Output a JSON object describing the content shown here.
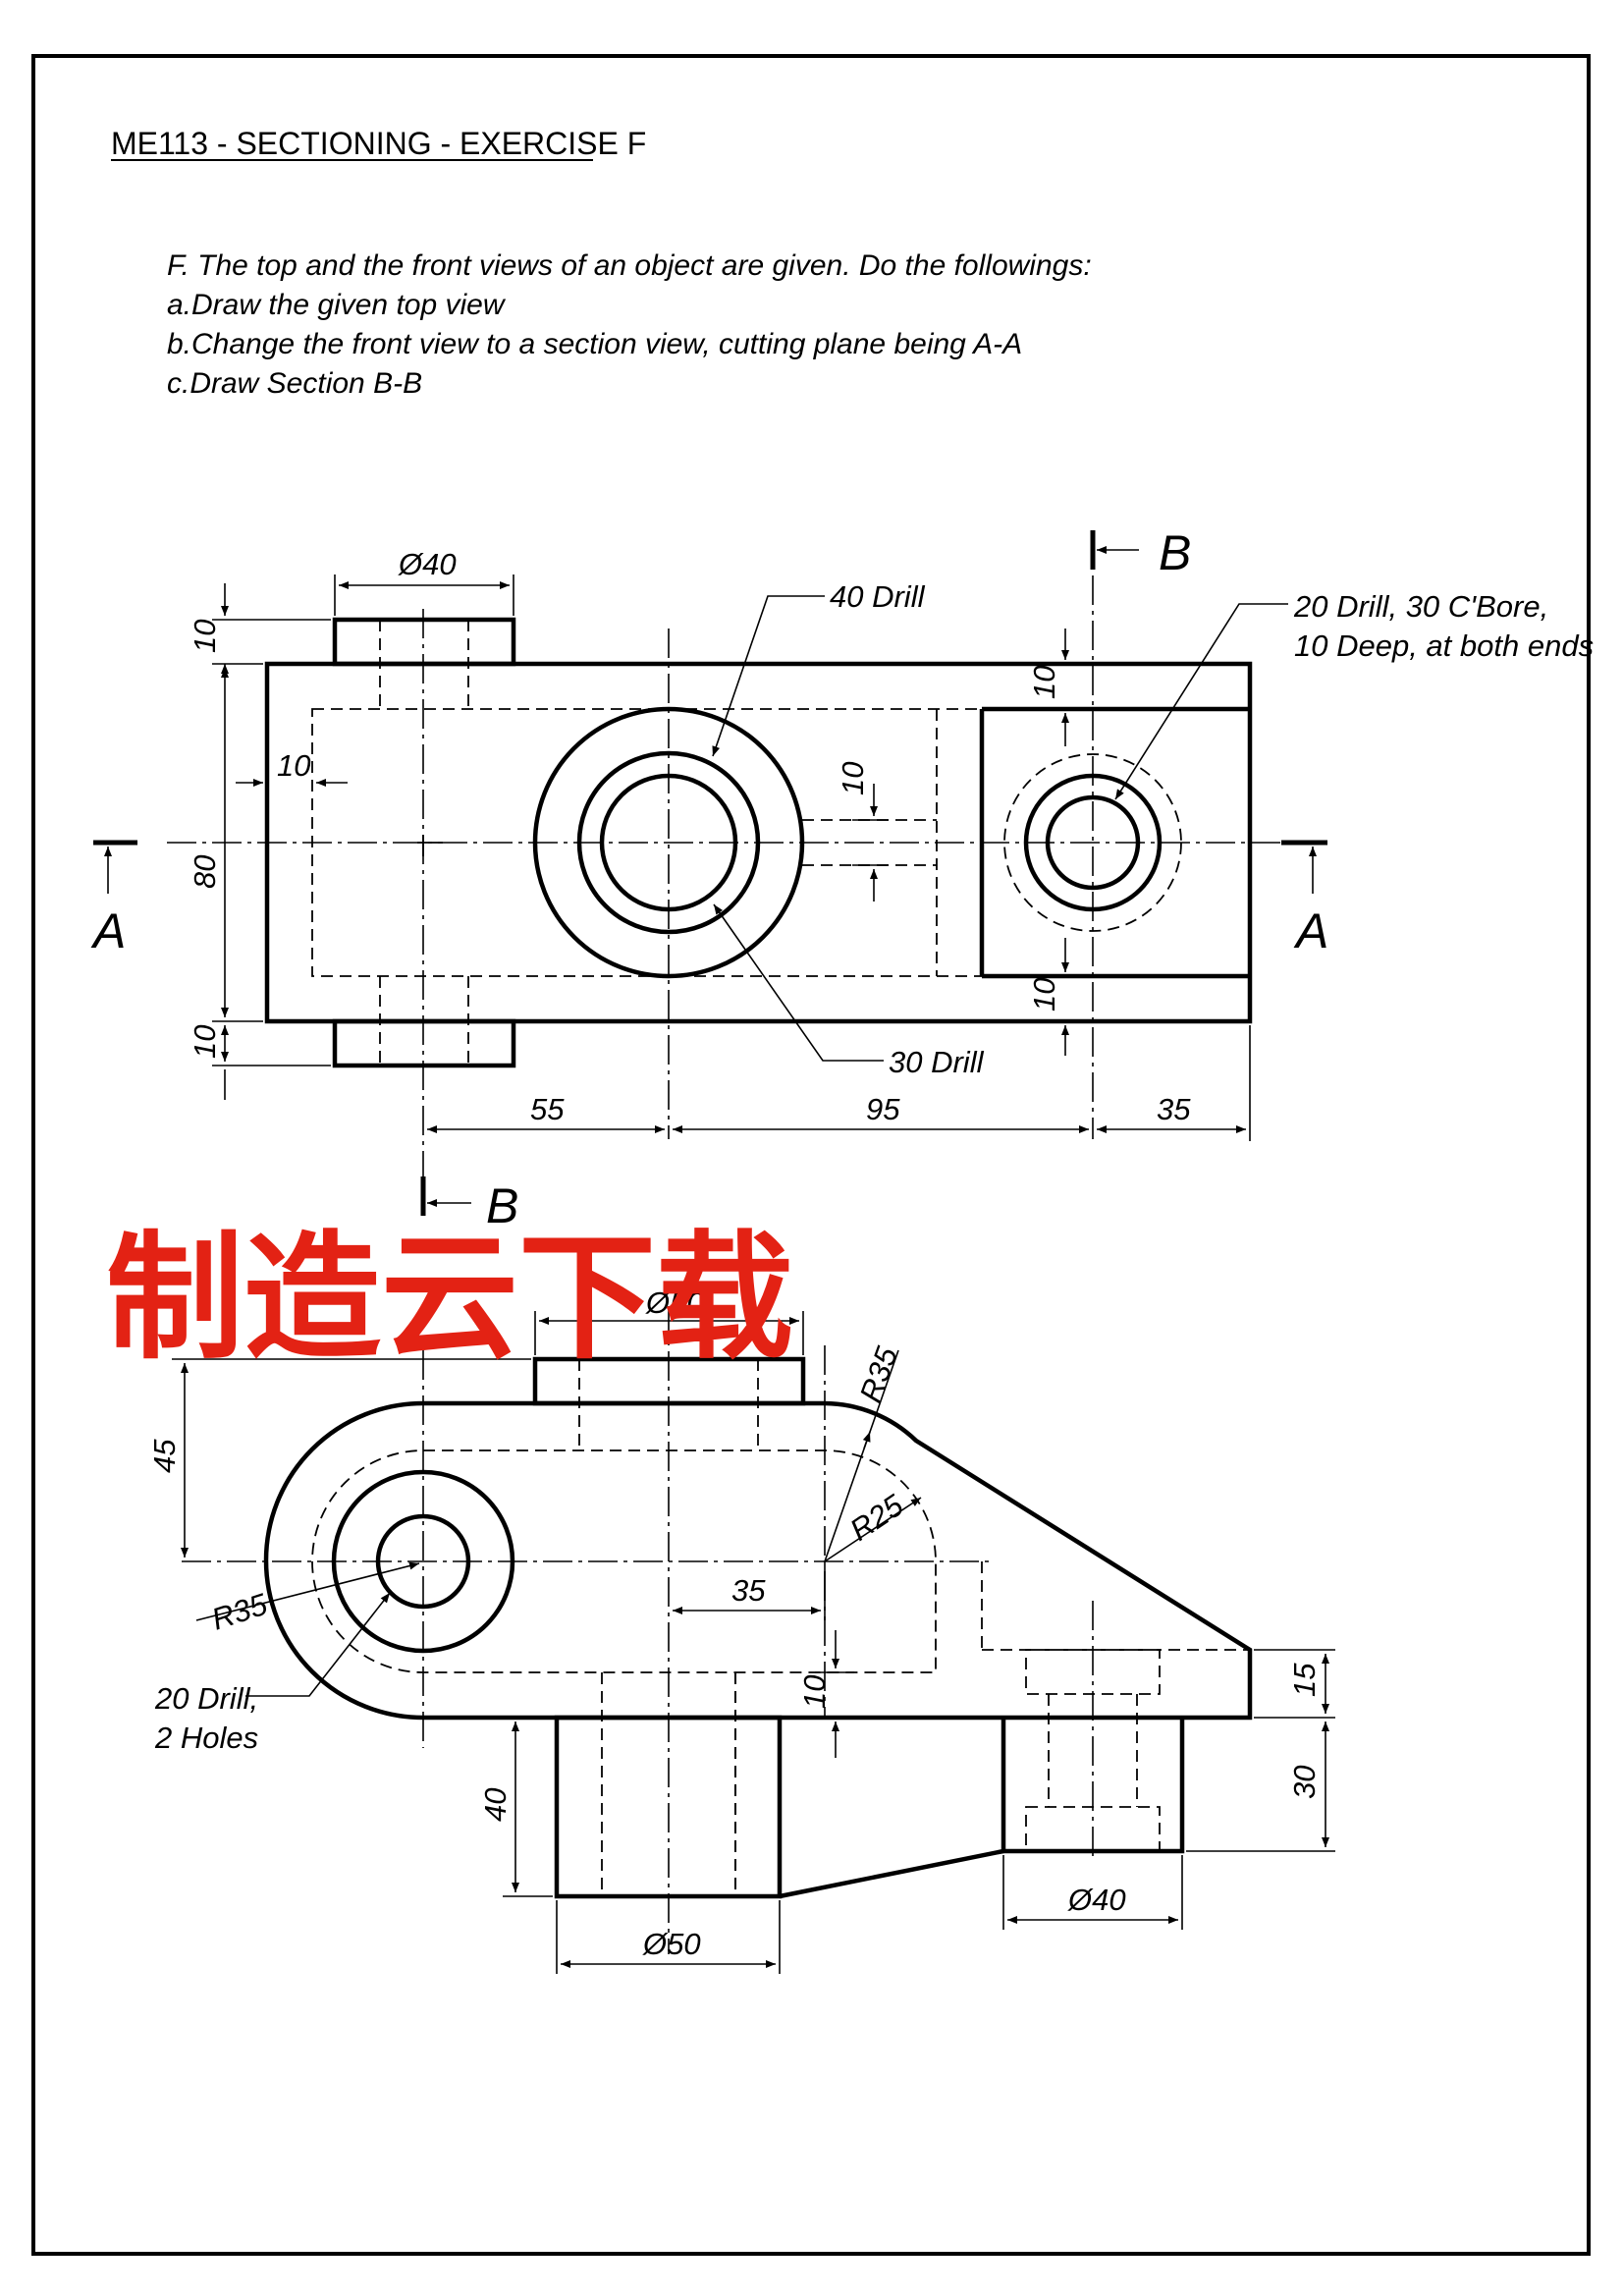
{
  "title": "ME113 - SECTIONING - EXERCISE F",
  "instructions": [
    "F. The top and the front views of an object are given. Do the followings:",
    "a.Draw the given top view",
    "b.Change the front view to a section view, cutting plane being A-A",
    "c.Draw Section B-B"
  ],
  "top_view": {
    "dims": {
      "boss_dia": "Ø40",
      "boss_height_top": "10",
      "boss_height_bottom": "10",
      "wall_left": "10",
      "width": "80",
      "slot_top": "10",
      "slot_bottom": "10",
      "rib": "10",
      "h1": "55",
      "h2": "95",
      "h3": "35"
    },
    "callouts": {
      "drill40": "40 Drill",
      "drill30": "30 Drill",
      "cbore_line1": "20 Drill, 30 C'Bore,",
      "cbore_line2": "10 Deep, at both ends"
    },
    "section_a": "A",
    "section_b": "B"
  },
  "front_view": {
    "dims": {
      "top_dia": "Ø50",
      "r35_top": "R35",
      "r25": "R25",
      "r35_left": "R35",
      "h45": "45",
      "d35": "35",
      "t10": "10",
      "h40": "40",
      "h15": "15",
      "h30": "30",
      "dia40": "Ø40",
      "dia50": "Ø50"
    },
    "holes_label_1": "20 Drill,",
    "holes_label_2": "2 Holes"
  },
  "watermark": "制造云下载"
}
